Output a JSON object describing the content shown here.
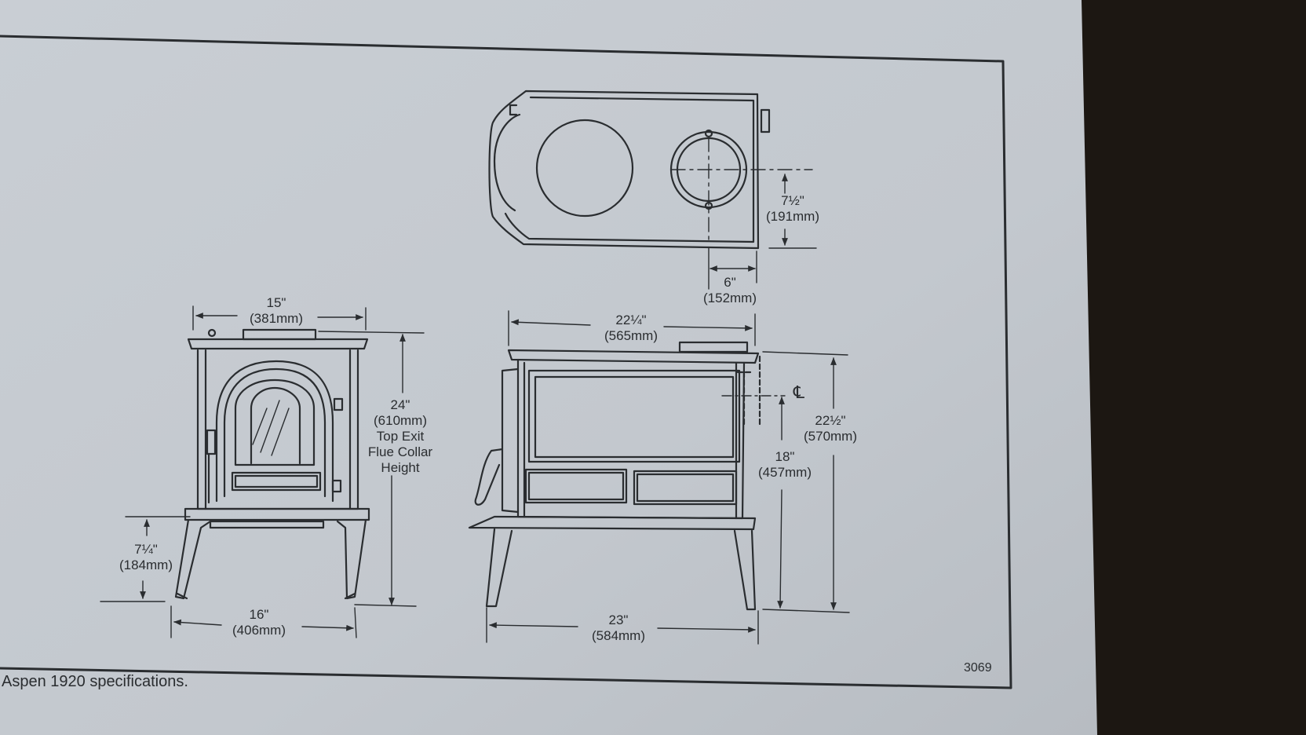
{
  "figure": {
    "caption": "Aspen 1920 specifications.",
    "figure_number": "3069"
  },
  "dimensions": {
    "front_width": {
      "imperial": "15\"",
      "metric": "(381mm)"
    },
    "front_leg_width": {
      "imperial": "16\"",
      "metric": "(406mm)"
    },
    "leg_height": {
      "imperial": "7¼\"",
      "metric": "(184mm)"
    },
    "flue_height": {
      "imperial": "24\"",
      "metric": "(610mm)",
      "note_line1": "Top Exit",
      "note_line2": "Flue Collar",
      "note_line3": "Height"
    },
    "side_top_depth": {
      "imperial": "22¼\"",
      "metric": "(565mm)"
    },
    "side_leg_depth": {
      "imperial": "23\"",
      "metric": "(584mm)"
    },
    "centerline_height": {
      "imperial": "18\"",
      "metric": "(457mm)"
    },
    "overall_height": {
      "imperial": "22½\"",
      "metric": "(570mm)"
    },
    "collar_from_back": {
      "imperial": "7½\"",
      "metric": "(191mm)"
    },
    "collar_from_side": {
      "imperial": "6\"",
      "metric": "(152mm)"
    }
  },
  "symbols": {
    "centerline": "℄"
  },
  "colors": {
    "paper": "#c8cdd3",
    "ink": "#2a2d30",
    "background": "#1c1712"
  }
}
